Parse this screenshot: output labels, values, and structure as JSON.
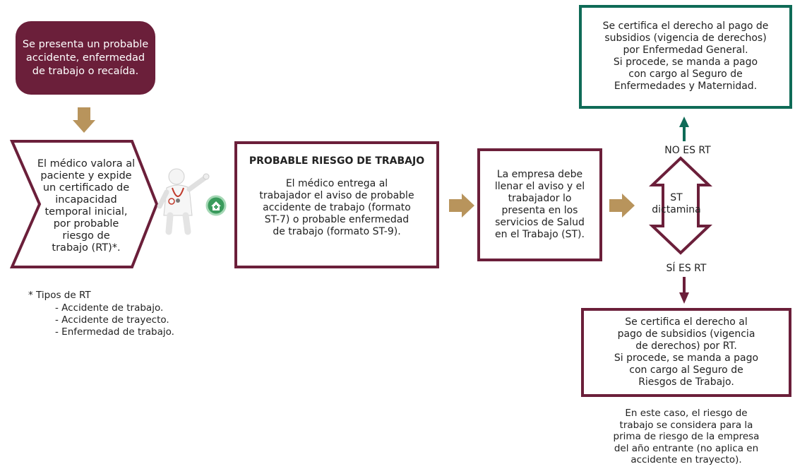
{
  "start_box": {
    "text": "Se presenta un probable\naccidente, enfermedad\nde trabajo o recaída."
  },
  "medico_chevron": {
    "text": "El médico valora al\npaciente y expide\nun certificado de\nincapacidad\ntemporal inicial,\npor probable\nriesgo de\ntrabajo (RT)*."
  },
  "rt_types": {
    "heading": "* Tipos de RT",
    "items": [
      "- Accidente de trabajo.",
      "- Accidente de trayecto.",
      "- Enfermedad de trabajo."
    ]
  },
  "probable_riesgo": {
    "title": "PROBABLE RIESGO DE TRABAJO",
    "body": "El médico entrega al\ntrabajador el aviso de probable\naccidente de trabajo (formato\nST-7) o probable enfermedad\nde trabajo (formato ST-9)."
  },
  "empresa_box": {
    "text": "La empresa debe\nllenar el aviso y el\ntrabajador lo\npresenta en los\nservicios de Salud\nen el Trabajo (ST)."
  },
  "decision": {
    "label": "ST\ndictamina",
    "no_label": "NO ES RT",
    "yes_label": "SÍ ES RT"
  },
  "no_rt_box": {
    "text": "Se certifica el derecho al pago de\nsubsidios (vigencia de derechos)\npor Enfermedad General.\nSi procede, se manda a pago\ncon cargo al Seguro de\nEnfermedades y Maternidad."
  },
  "si_rt_box": {
    "text": "Se certifica el derecho al\npago de subsidios (vigencia\nde derechos) por RT.\nSi procede, se manda a pago\ncon cargo al Seguro de\nRiesgos de Trabajo."
  },
  "note": {
    "text": "En este caso, el riesgo de\ntrabajo se considera para la\nprima de riesgo de la empresa\ndel año entrante (no aplica en\naccidente en trayecto)."
  },
  "colors": {
    "maroon": "#6b1f3a",
    "green": "#0f6b57",
    "gold_arrow": "#b8945c"
  },
  "icons": {
    "doctor": "doctor-figure-icon",
    "health": "health-house-icon"
  }
}
